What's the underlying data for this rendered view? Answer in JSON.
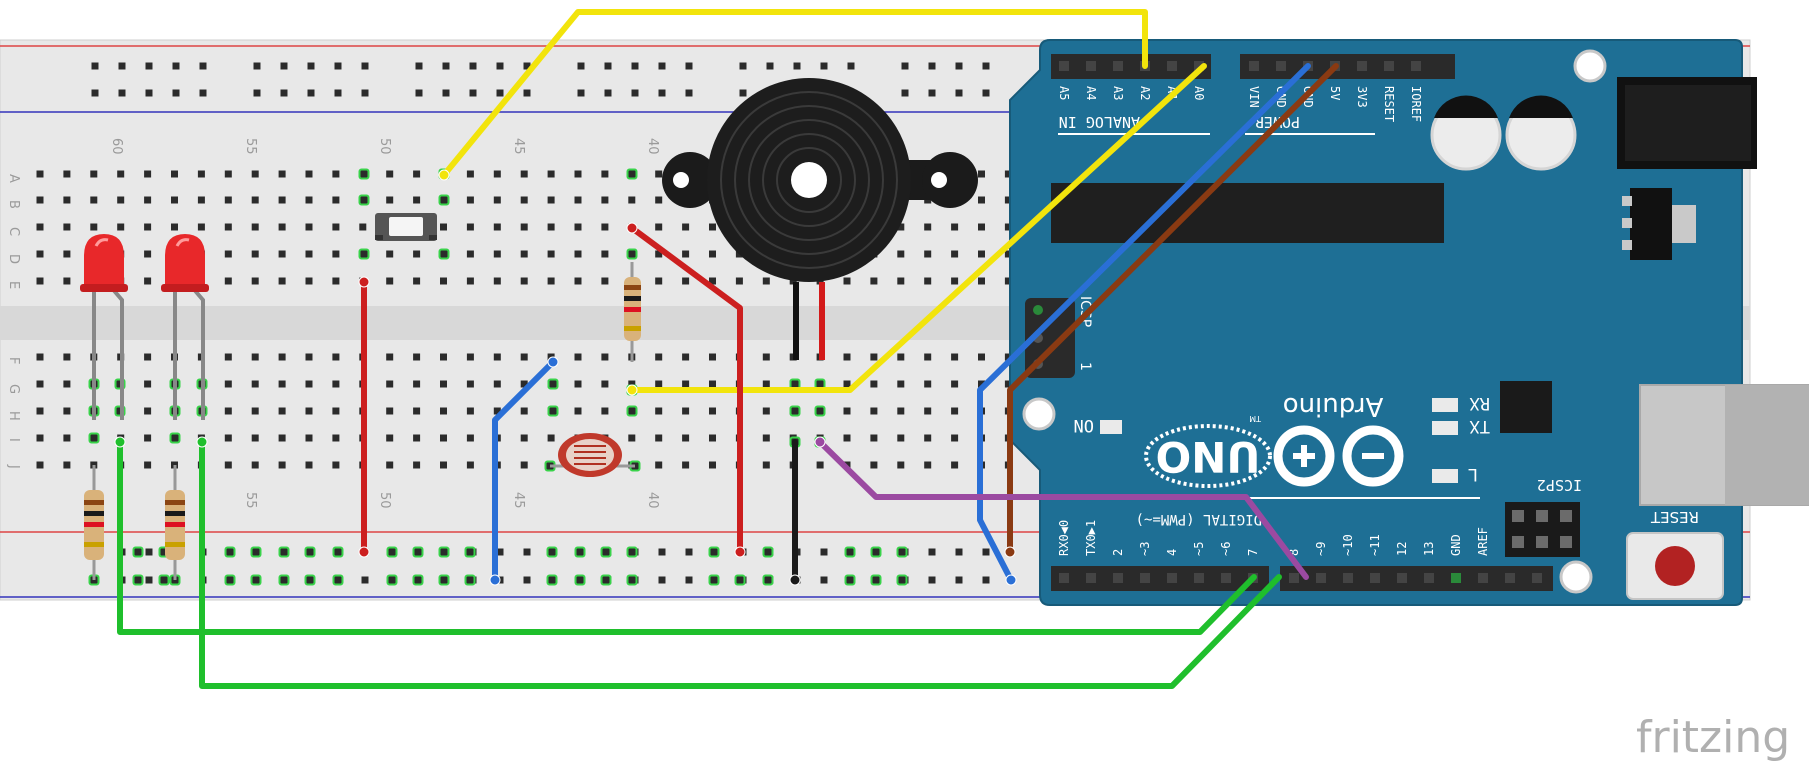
{
  "app": {
    "watermark": "fritzing"
  },
  "breadboard": {
    "column_numbers": [
      "60",
      "55",
      "50",
      "45",
      "40"
    ],
    "row_letters_top": [
      "A",
      "B",
      "C",
      "D",
      "E"
    ],
    "row_letters_bottom": [
      "F",
      "G",
      "H",
      "I",
      "J"
    ]
  },
  "arduino": {
    "model": "UNO",
    "brand": "Arduino",
    "trademark": "TM",
    "analog_header_label": "ANALOG IN",
    "analog_pins": [
      "A5",
      "A4",
      "A3",
      "A2",
      "A1",
      "A0"
    ],
    "power_header_label": "POWER",
    "power_pins": [
      "VIN",
      "GND",
      "GND",
      "5V",
      "3V3",
      "RESET",
      "IOREF"
    ],
    "digital_header_label": "DIGITAL (PWM=~)",
    "digital_pins": [
      "RX0◀0",
      "TX0▶1",
      "2",
      "~3",
      "4",
      "~5",
      "~6",
      "7",
      "8",
      "~9",
      "~10",
      "~11",
      "12",
      "13",
      "GND",
      "AREF"
    ],
    "leds": [
      "RX",
      "TX",
      "L",
      "ON"
    ],
    "icsp_label": "ICSP2",
    "icsp_side_label": "ICSP",
    "icsp_num": "1",
    "reset_label": "RESET"
  },
  "colors": {
    "board": "#1e6f95",
    "breadboard": "#e6e6e6",
    "wire_yellow": "#f2e40c",
    "wire_green": "#1fbf2c",
    "wire_red": "#cc1f1f",
    "wire_blue": "#2a6fd6",
    "wire_brown": "#8a3a12",
    "wire_purple": "#9b4aa1",
    "wire_black": "#1a1a1a",
    "led": "#e8282a"
  }
}
